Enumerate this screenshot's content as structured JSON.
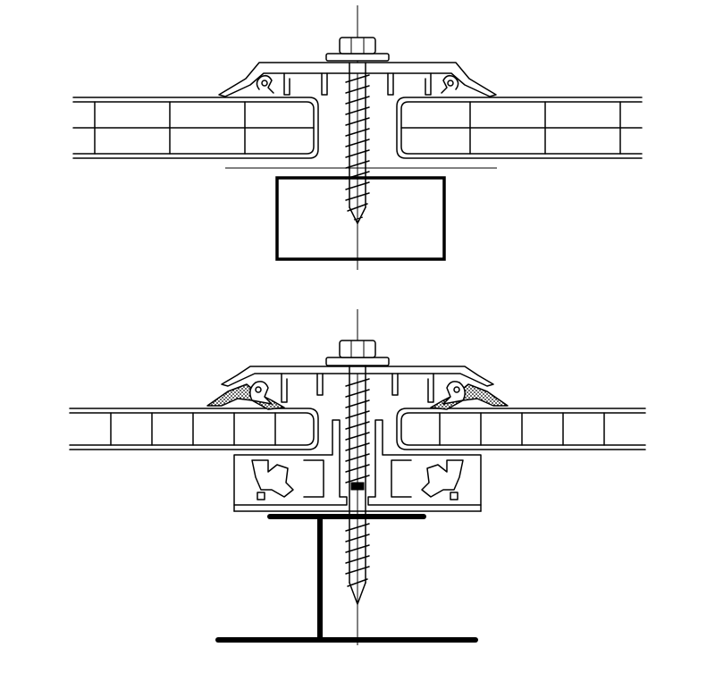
{
  "figure": {
    "views": [
      {
        "id": "upper",
        "description_visible": false,
        "support": "rectangular-tube"
      },
      {
        "id": "lower",
        "description_visible": false,
        "support": "i-beam"
      }
    ],
    "colors": {
      "line": "#000000",
      "background": "#ffffff"
    }
  }
}
